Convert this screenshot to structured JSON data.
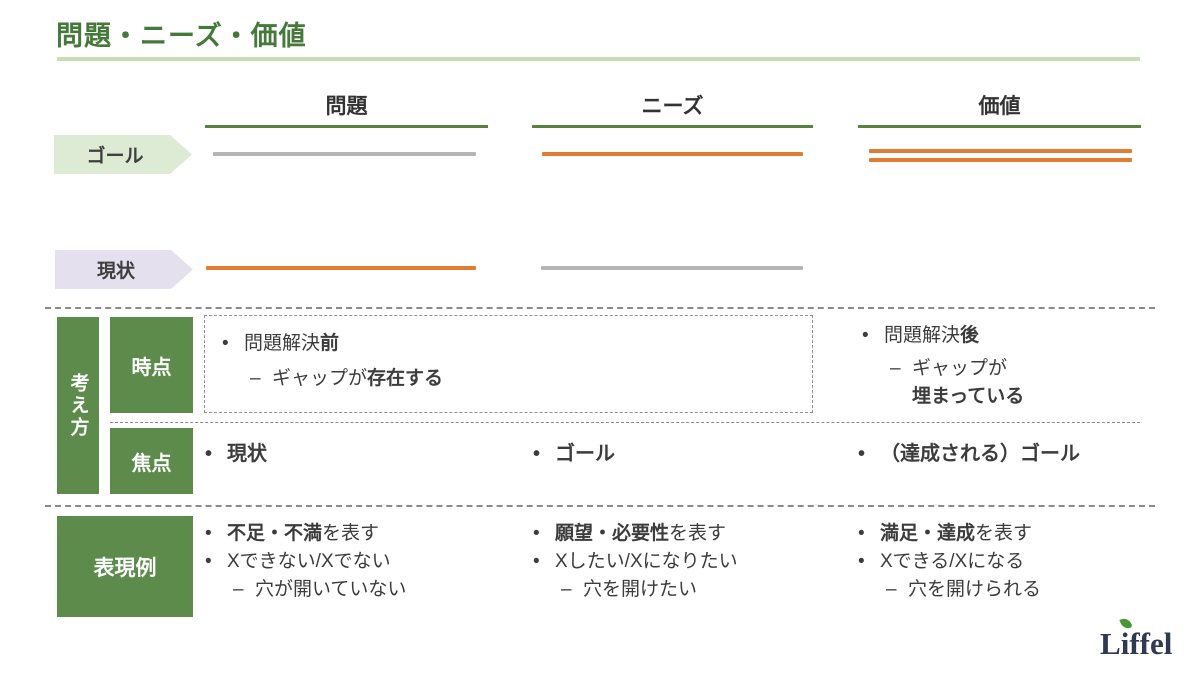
{
  "chars": {
    "bullet": "•",
    "dash": "–"
  },
  "title": {
    "text": "問題・ニーズ・価値"
  },
  "columns": [
    {
      "label": "問題"
    },
    {
      "label": "ニーズ"
    },
    {
      "label": "価値"
    }
  ],
  "goal_row": {
    "label": "ゴール",
    "lines": {
      "problem": "gray-single",
      "needs": "orange-single",
      "value": "orange-double"
    }
  },
  "current_row": {
    "label": "現状",
    "lines": {
      "problem": "orange-single",
      "needs": "gray-single",
      "value": "none"
    }
  },
  "thinking": {
    "label": "考え方",
    "timepoint": {
      "label": "時点",
      "before": {
        "normal": "問題解決",
        "bold": "前",
        "sub_normal": "ギャップが",
        "sub_bold": "存在する"
      },
      "after": {
        "normal": "問題解決",
        "bold": "後",
        "sub_normal": "ギャップが",
        "sub_bold": "埋まっている"
      }
    },
    "focus": {
      "label": "焦点",
      "items": [
        "現状",
        "ゴール",
        "（達成される）ゴール"
      ]
    }
  },
  "expressions": {
    "label": "表現例",
    "columns": [
      {
        "line1_bold": "不足・不満",
        "line1_rest": "を表す",
        "line2": "Xできない/Xでない",
        "line3": "穴が開いていない"
      },
      {
        "line1_bold": "願望・必要性",
        "line1_rest": "を表す",
        "line2": "Xしたい/Xになりたい",
        "line3": "穴を開けたい"
      },
      {
        "line1_bold": "満足・達成",
        "line1_rest": "を表す",
        "line2": "Xできる/Xになる",
        "line3": "穴を開けられる"
      }
    ]
  },
  "logo": {
    "prefix": "L",
    "i_letter": "i",
    "suffix": "ffel"
  },
  "colors": {
    "title_green": "#44793a",
    "box_green": "#5d8b4b",
    "underline_green": "#56843e",
    "light_green": "#c8dcb6",
    "arrow_green": "#ddead4",
    "arrow_lavender": "#e5e0ee",
    "orange": "#e07d33",
    "gray_line": "#b5b5b5",
    "text_dark": "#3c3c3c",
    "logo_navy": "#2f3950",
    "leaf_green": "#4a9636"
  }
}
